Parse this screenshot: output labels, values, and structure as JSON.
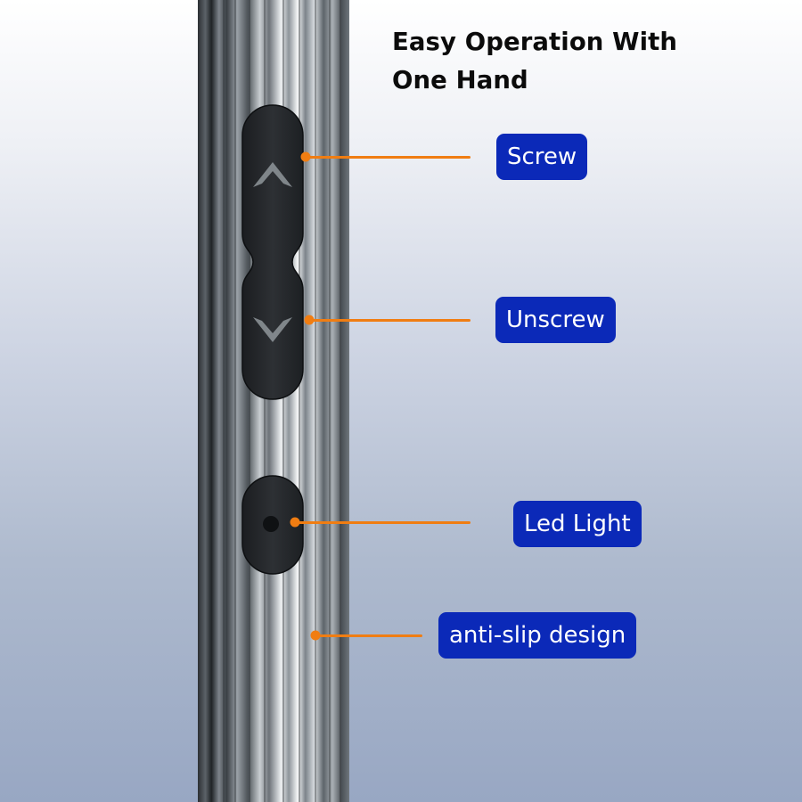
{
  "headline": {
    "line1": "Easy Operation With",
    "line2": "One Hand"
  },
  "device": {
    "buttons": [
      {
        "name": "screw-button",
        "icon": "chevron-up-icon"
      },
      {
        "name": "unscrew-button",
        "icon": "chevron-down-icon"
      },
      {
        "name": "led-light-button",
        "icon": "led-dot-icon"
      }
    ]
  },
  "callouts": {
    "screw": "Screw",
    "unscrew": "Unscrew",
    "led_light": "Led Light",
    "anti_slip": "anti-slip design"
  },
  "colors": {
    "leader": "#f07d12",
    "label_bg": "#0b29b8",
    "label_text": "#ffffff",
    "button": "#26292c"
  }
}
